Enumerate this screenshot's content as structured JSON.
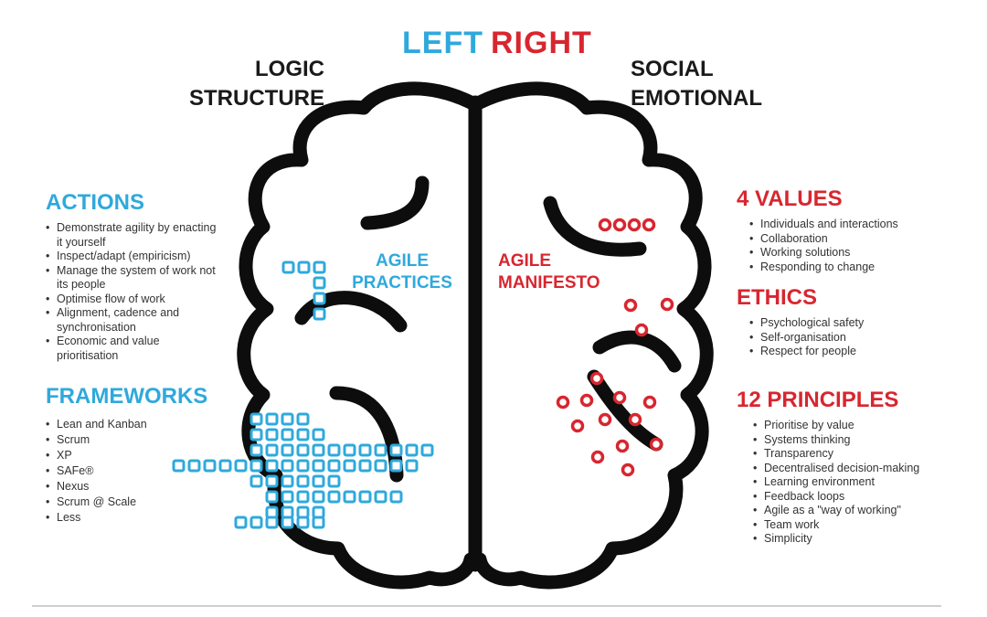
{
  "header": {
    "left_word": "LEFT",
    "right_word": "RIGHT",
    "left_traits": [
      "LOGIC",
      "STRUCTURE"
    ],
    "right_traits": [
      "SOCIAL",
      "EMOTIONAL"
    ]
  },
  "brain": {
    "left_label": [
      "AGILE",
      "PRACTICES"
    ],
    "right_label": [
      "AGILE",
      "MANIFESTO"
    ]
  },
  "actions": {
    "title": "ACTIONS",
    "items": [
      "Demonstrate agility by enacting it yourself",
      "Inspect/adapt (empiricism)",
      "Manage the system of work not its people",
      "Optimise flow of work",
      "Alignment, cadence and synchronisation",
      "Economic and value prioritisation"
    ]
  },
  "frameworks": {
    "title": "FRAMEWORKS",
    "items": [
      "Lean and Kanban",
      "Scrum",
      "XP",
      "SAFe®",
      "Nexus",
      "Scrum @ Scale",
      "Less"
    ]
  },
  "values": {
    "title": "4 VALUES",
    "items": [
      "Individuals and interactions",
      "Collaboration",
      "Working solutions",
      "Responding to change"
    ]
  },
  "ethics": {
    "title": "ETHICS",
    "items": [
      "Psychological safety",
      "Self-organisation",
      "Respect for people"
    ]
  },
  "principles": {
    "title": "12 PRINCIPLES",
    "items": [
      "Prioritise by value",
      "Systems thinking",
      "Transparency",
      "Decentralised decision-making",
      "Learning environment",
      "Feedback loops",
      "Agile as a \"way of working\"",
      "Team work",
      "Simplicity"
    ]
  },
  "colors": {
    "blue": "#2fa9dc",
    "red": "#d8262f",
    "outline": "#0d0d0d"
  }
}
